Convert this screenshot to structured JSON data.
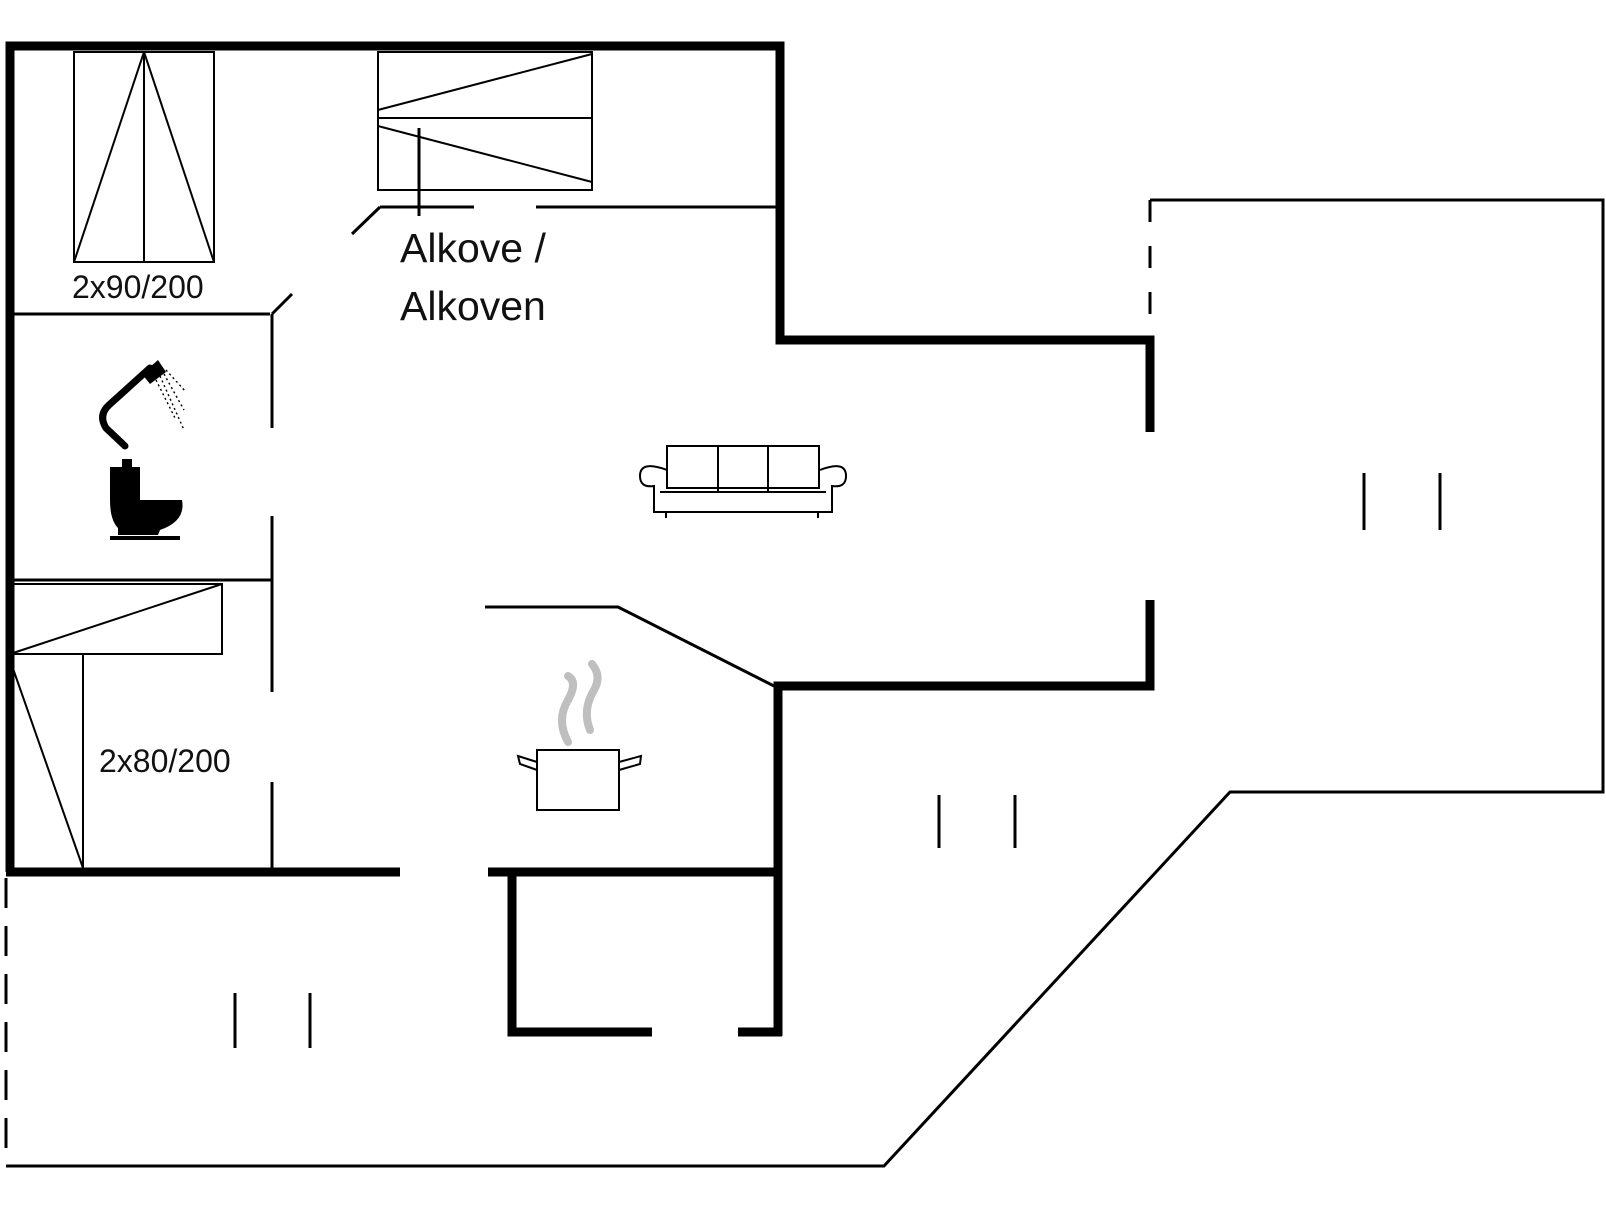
{
  "labels": {
    "bed_top": "2x90/200",
    "bed_bottom": "2x80/200",
    "alcove_line1": "Alkove /",
    "alcove_line2": "Alkoven"
  },
  "icons": [
    "shower-icon",
    "toilet-icon",
    "sofa-icon",
    "cooking-pot-icon"
  ],
  "colors": {
    "wall": "#000000",
    "background": "#ffffff"
  }
}
